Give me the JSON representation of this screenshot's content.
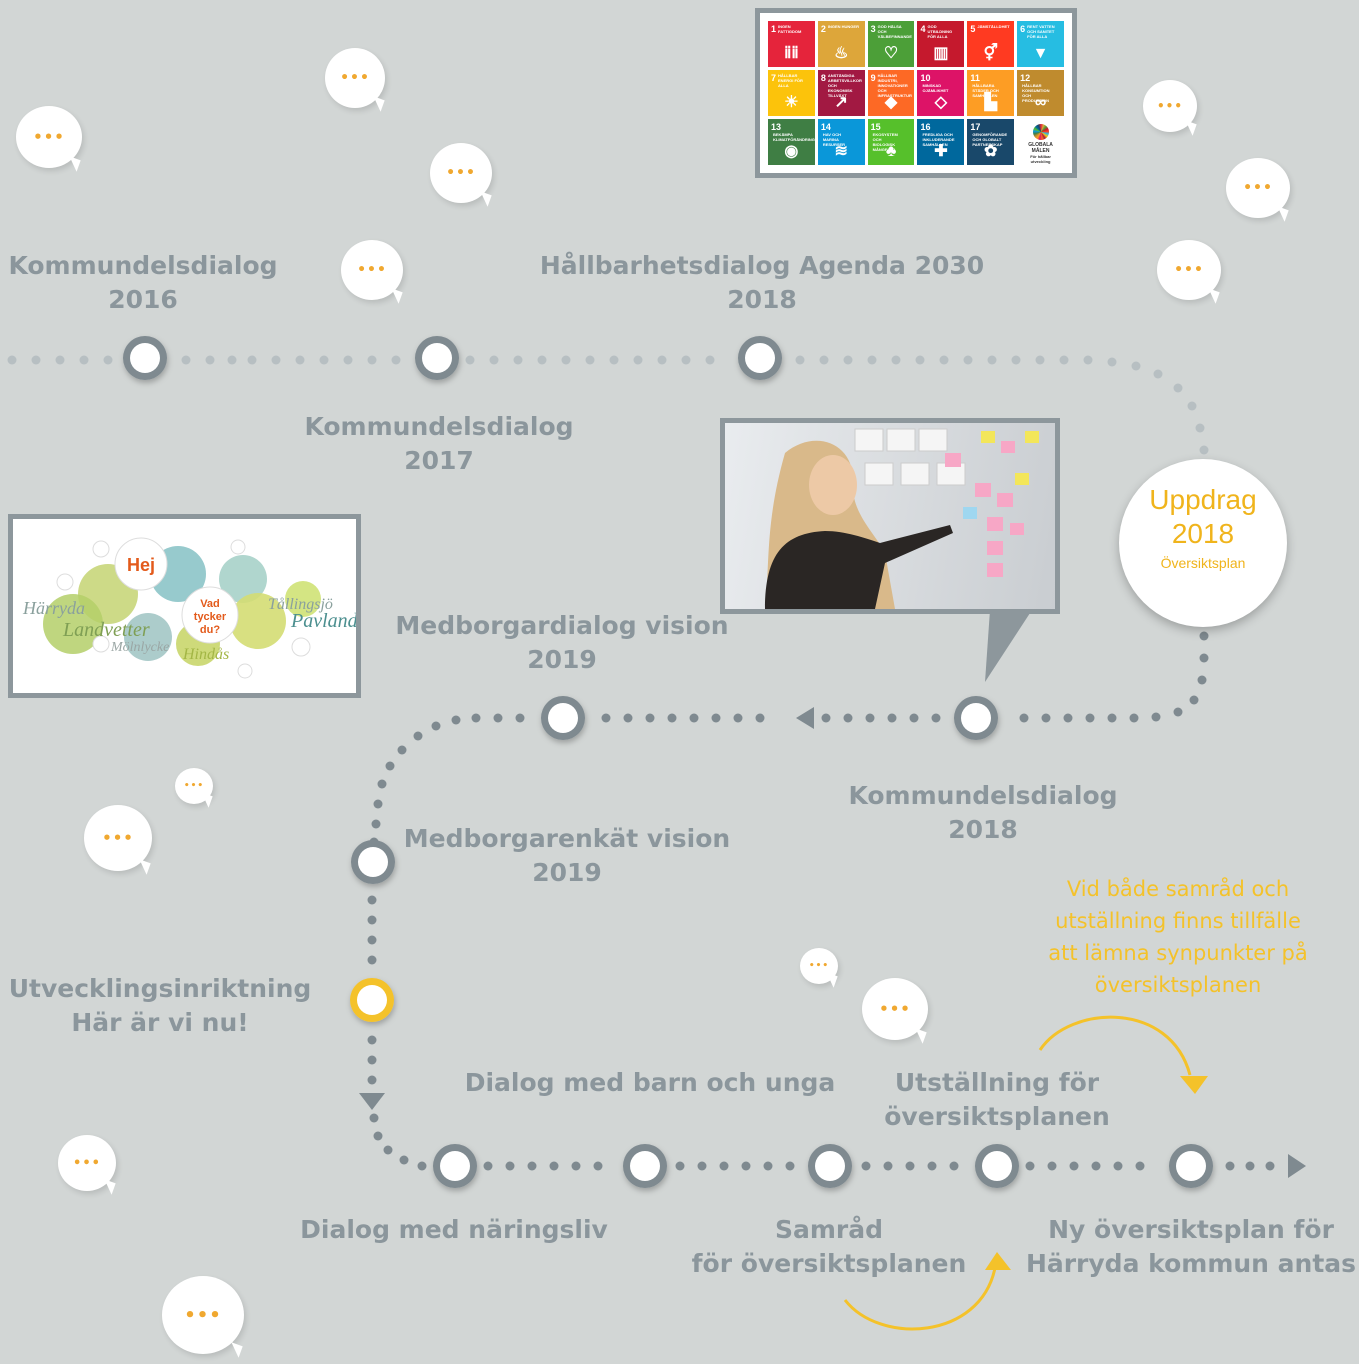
{
  "milestones": {
    "kd2016": {
      "line1": "Kommundelsdialog",
      "line2": "2016"
    },
    "kd2017": {
      "line1": "Kommundelsdialog",
      "line2": "2017"
    },
    "hd2018": {
      "line1": "Hållbarhetsdialog Agenda 2030",
      "line2": "2018"
    },
    "kd2018": {
      "line1": "Kommundelsdialog",
      "line2": "2018"
    },
    "mdv2019": {
      "line1": "Medborgardialog vision",
      "line2": "2019"
    },
    "mev2019": {
      "line1": "Medborgarenkät vision",
      "line2": "2019"
    },
    "utv": {
      "line1": "Utvecklingsinriktning",
      "line2": "Här är vi nu!"
    },
    "naringsliv": {
      "line1": "Dialog med näringsliv"
    },
    "barn": {
      "line1": "Dialog med barn och unga"
    },
    "samrad": {
      "line1": "Samråd",
      "line2": "för översiktsplanen"
    },
    "utstallning": {
      "line1": "Utställning för",
      "line2": "översiktsplanen"
    },
    "antas": {
      "line1": "Ny översiktsplan för",
      "line2": "Härryda kommun antas"
    }
  },
  "uppdrag": {
    "line1": "Uppdrag",
    "line2": "2018",
    "line3": "Översiktsplan"
  },
  "note": {
    "line1": "Vid både samråd och",
    "line2": "utställning finns tillfälle",
    "line3": "att lämna synpunkter på",
    "line4": "översiktsplanen"
  },
  "speech_dots": "•••",
  "dialog_image": {
    "hej": "Hej",
    "vad": "Vad",
    "tycker": "tycker",
    "du": "du?",
    "place1": "Härryda",
    "place2": "Landvetter",
    "place3": "Tållingsjö",
    "place4": "Pavlanda",
    "place5": "Mölnlycke",
    "place6": "Hindås"
  },
  "sdg": {
    "tiles": [
      {
        "n": "1",
        "t": "Ingen fattigdom",
        "color": "#e5243b",
        "g": "ⅱⅱ"
      },
      {
        "n": "2",
        "t": "Ingen hunger",
        "color": "#dda63a",
        "g": "♨"
      },
      {
        "n": "3",
        "t": "God hälsa och välbefinnande",
        "color": "#4c9f38",
        "g": "♡"
      },
      {
        "n": "4",
        "t": "God utbildning för alla",
        "color": "#c5192d",
        "g": "▥"
      },
      {
        "n": "5",
        "t": "Jämställdhet",
        "color": "#ff3a21",
        "g": "⚥"
      },
      {
        "n": "6",
        "t": "Rent vatten och sanitet för alla",
        "color": "#26bde2",
        "g": "▼"
      },
      {
        "n": "7",
        "t": "Hållbar energi för alla",
        "color": "#fcc30b",
        "g": "☀"
      },
      {
        "n": "8",
        "t": "Anständiga arbetsvillkor och ekonomisk tillväxt",
        "color": "#a21942",
        "g": "↗"
      },
      {
        "n": "9",
        "t": "Hållbar industri, innovationer och infrastruktur",
        "color": "#fd6925",
        "g": "◆"
      },
      {
        "n": "10",
        "t": "Minskad ojämlikhet",
        "color": "#dd1367",
        "g": "◇"
      },
      {
        "n": "11",
        "t": "Hållbara städer och samhällen",
        "color": "#fd9d24",
        "g": "▙"
      },
      {
        "n": "12",
        "t": "Hållbar konsumtion och produktion",
        "color": "#bf8b2e",
        "g": "∞"
      },
      {
        "n": "13",
        "t": "Bekämpa klimatförändringarna",
        "color": "#3f7e44",
        "g": "◉"
      },
      {
        "n": "14",
        "t": "Hav och marina resurser",
        "color": "#0a97d9",
        "g": "≋"
      },
      {
        "n": "15",
        "t": "Ekosystem och biologisk mångfald",
        "color": "#56c02b",
        "g": "♣"
      },
      {
        "n": "16",
        "t": "Fredliga och inkluderande samhällen",
        "color": "#00689d",
        "g": "✚"
      },
      {
        "n": "17",
        "t": "Genomförande och globalt partnerskap",
        "color": "#19486a",
        "g": "✿"
      }
    ],
    "logo_line1": "GLOBALA MÅLEN",
    "logo_line2": "För hållbar utveckling"
  },
  "colors": {
    "background": "#d2d6d5",
    "label": "#8b969c",
    "accent": "#f4c22a",
    "track": "#8d979c",
    "speech": "#f0a830"
  }
}
